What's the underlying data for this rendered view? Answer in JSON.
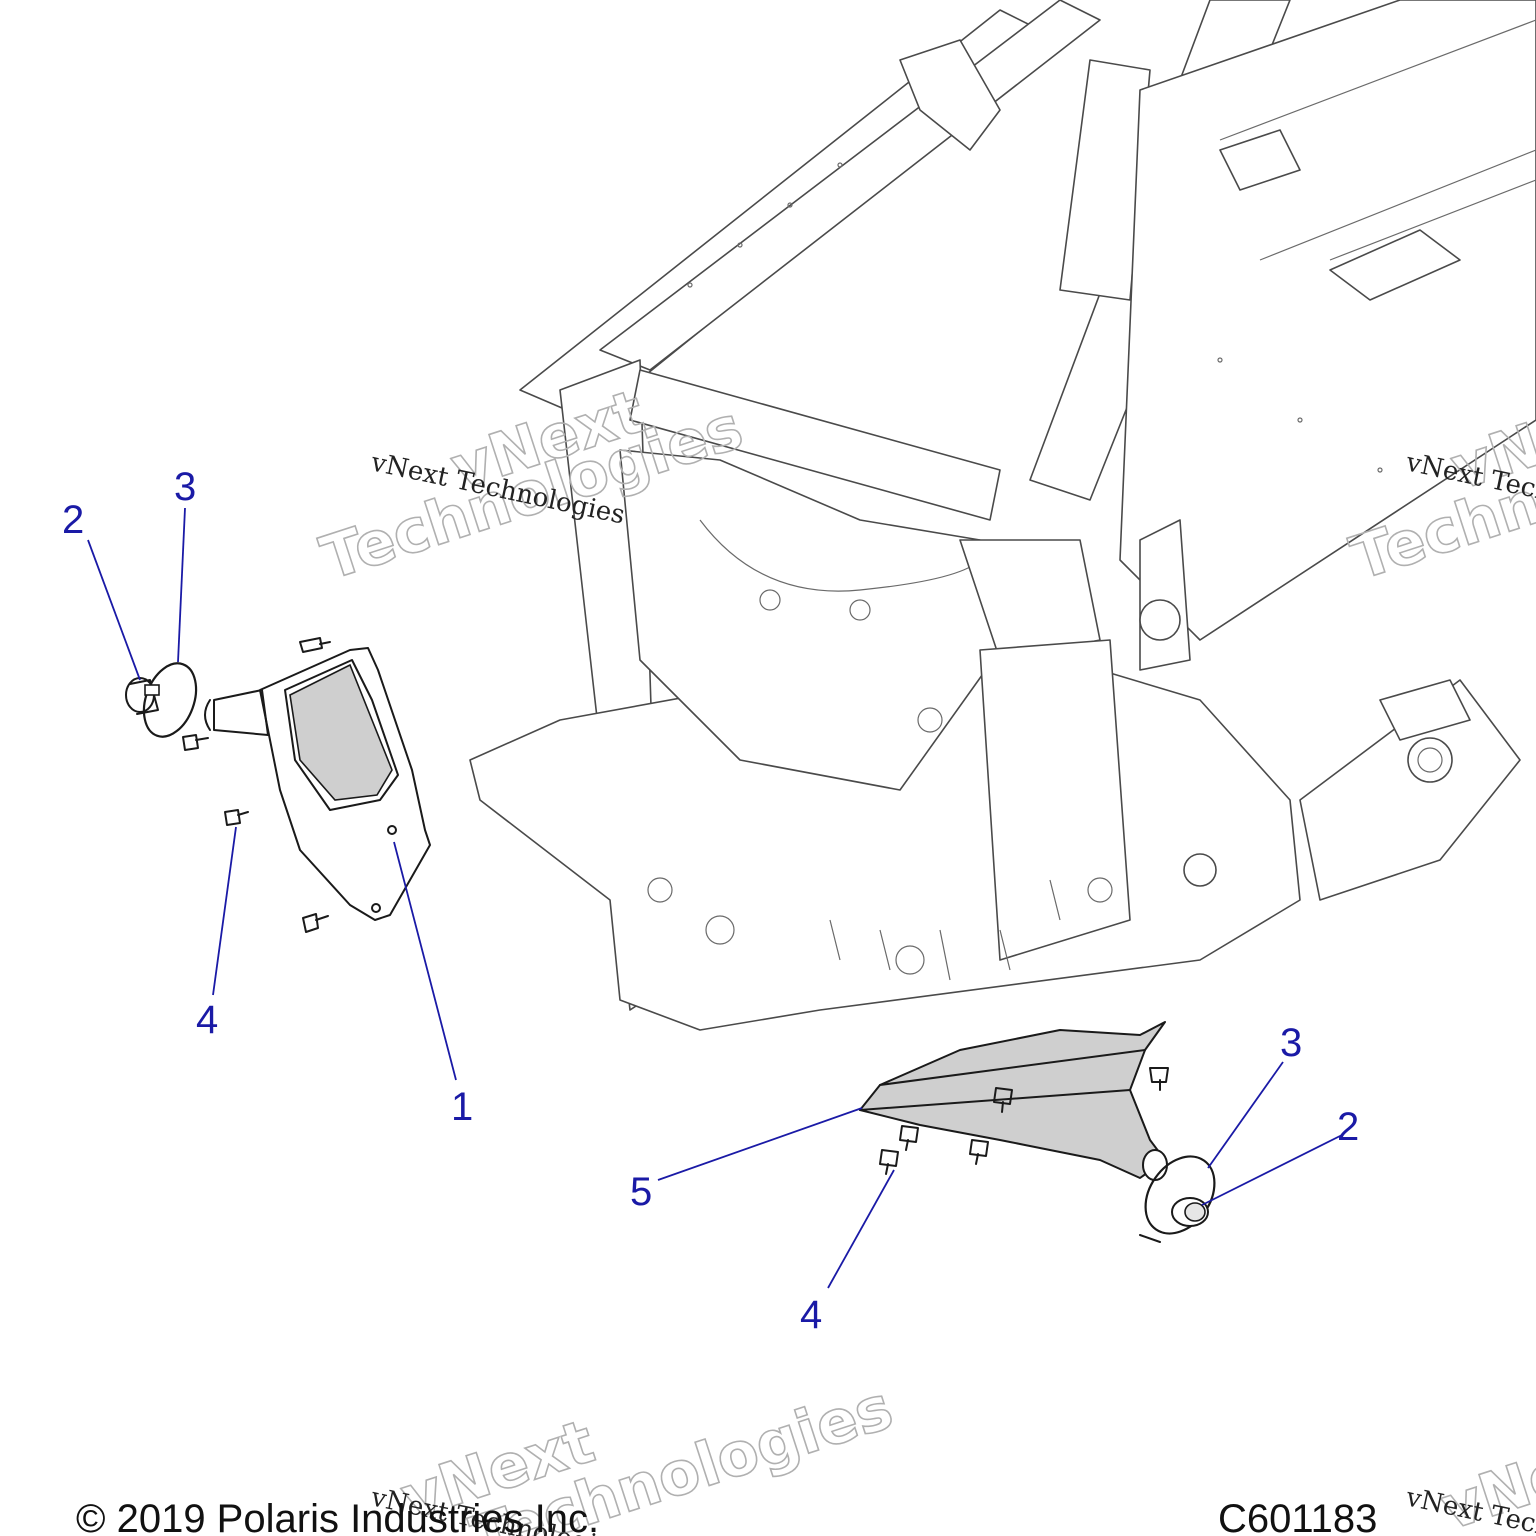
{
  "callouts": {
    "left_1": "1",
    "left_2": "2",
    "left_3": "3",
    "left_4": "4",
    "right_2": "2",
    "right_3": "3",
    "right_4": "4",
    "right_5": "5"
  },
  "watermarks": {
    "brand_line": "vNext Technologies",
    "brand_word_1": "vNext",
    "brand_word_2": "Technologies"
  },
  "footer": {
    "copyright": "© 2019 Polaris Industries Inc.",
    "diagram_code": "C601183"
  },
  "colors": {
    "callout": "#1a1aa6",
    "shade": "#cfcfcf"
  }
}
